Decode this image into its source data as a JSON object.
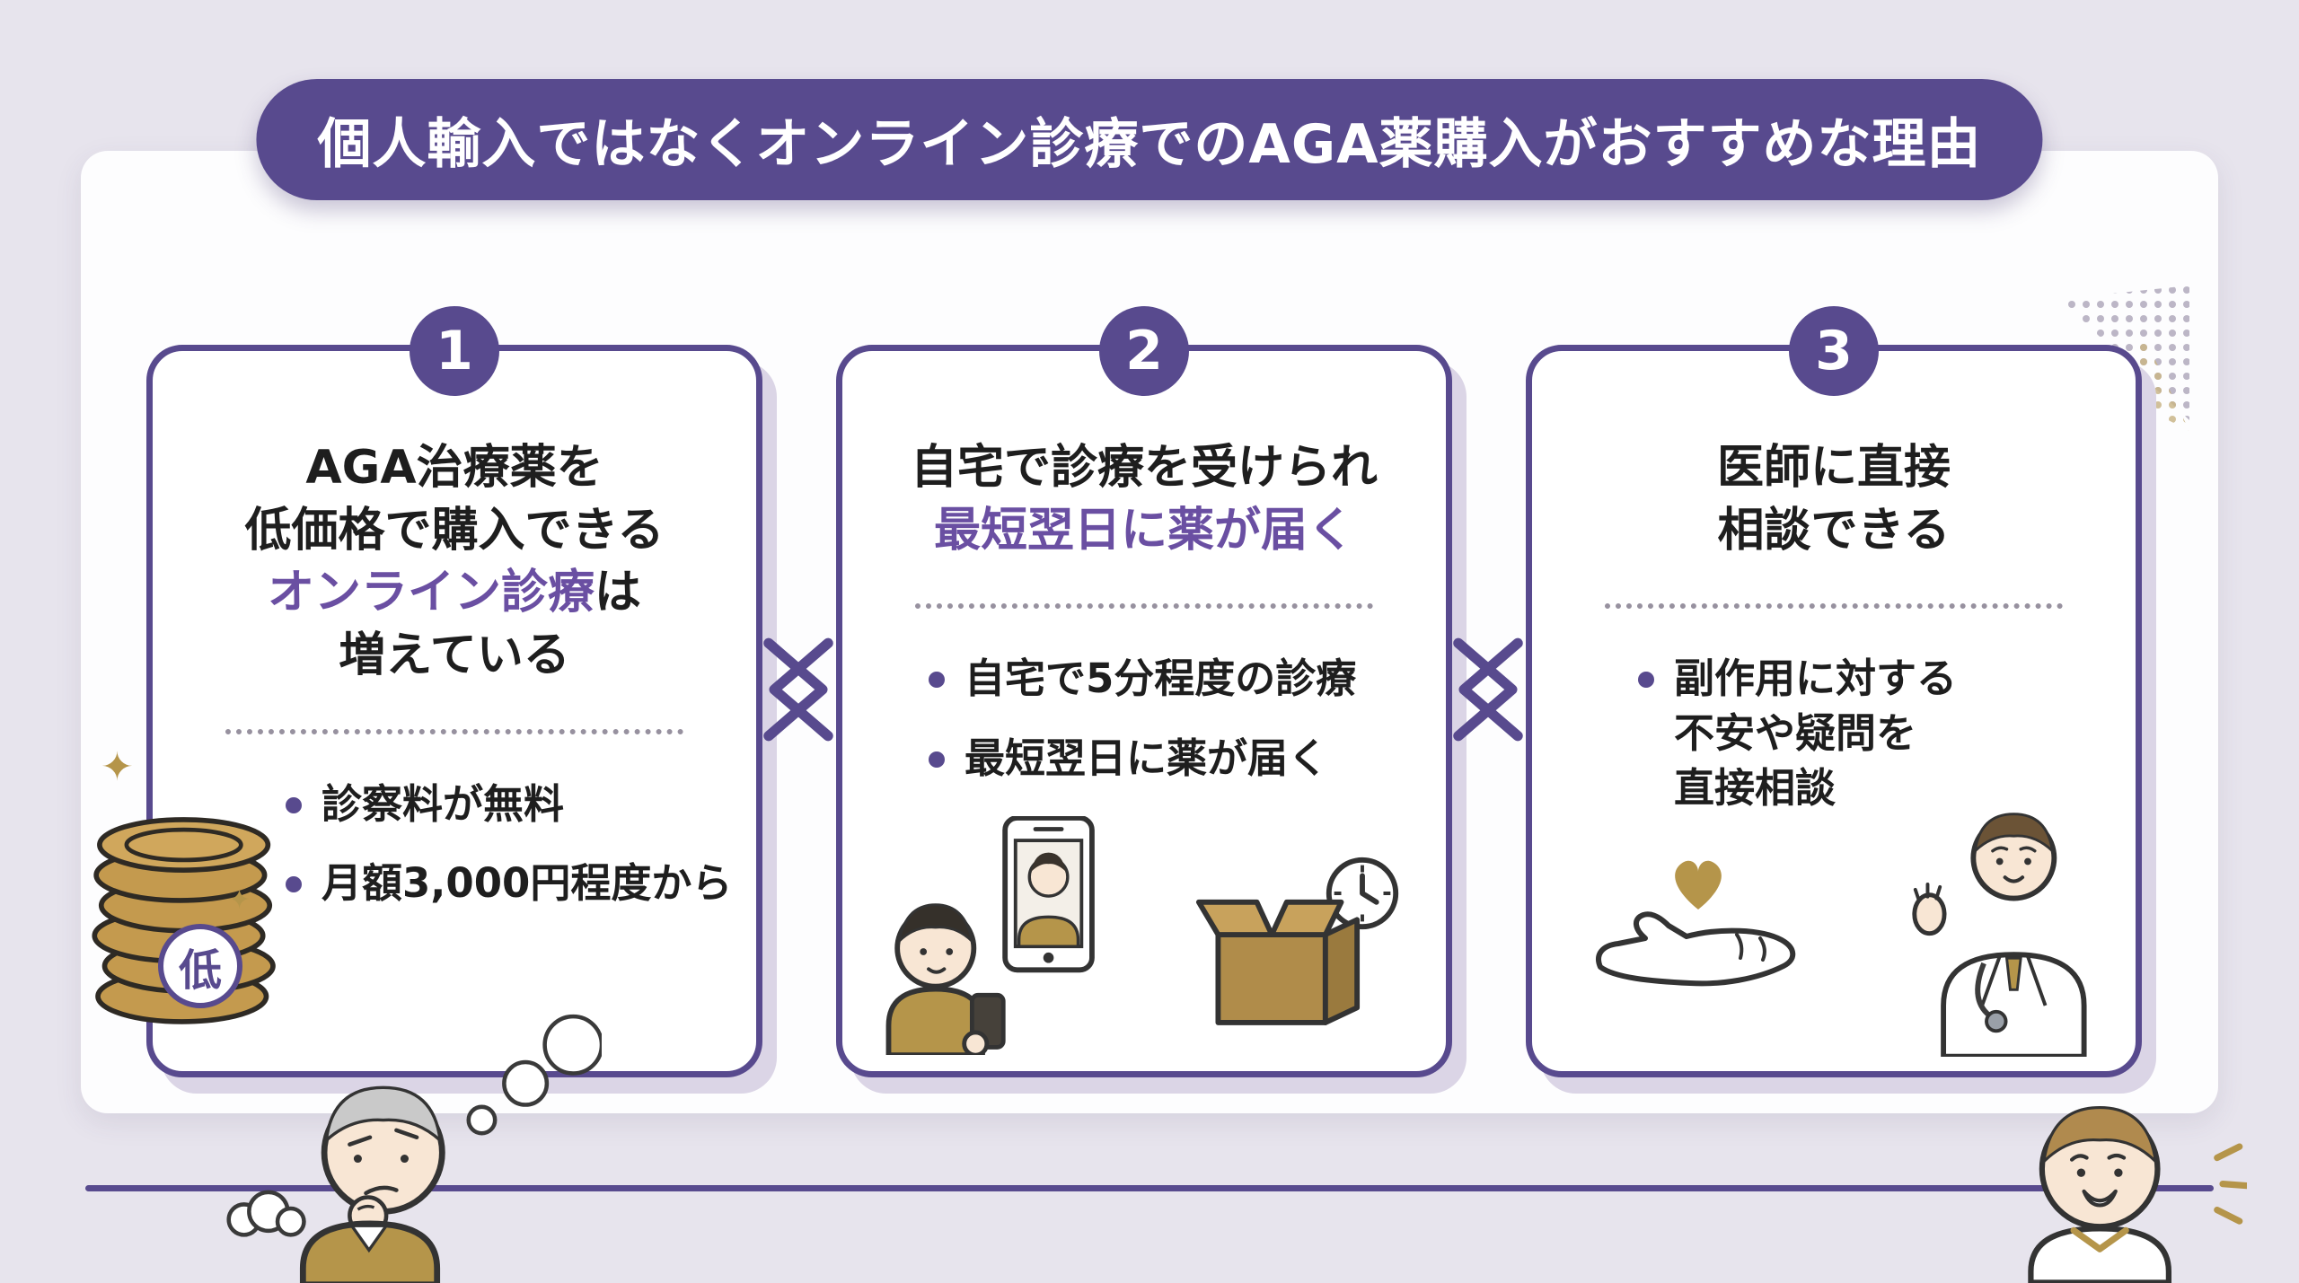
{
  "colors": {
    "background": "#e7e4ed",
    "panel": "#fdfdfe",
    "primary_purple": "#584a8e",
    "accent_purple": "#6a4fa2",
    "gold": "#b5954a",
    "text_dark": "#1e1e1e"
  },
  "header": {
    "title": "個人輸入ではなくオンライン診療でのAGA薬購入がおすすめな理由"
  },
  "cards": [
    {
      "number": "1",
      "heading": {
        "line1": "AGA治療薬を",
        "line2": "低価格で購入できる",
        "line3_accent": "オンライン診療",
        "line3_rest": "は",
        "line4": "増えている"
      },
      "bullets": [
        "診察料が無料",
        "月額3,000円程度から"
      ],
      "badge_label": "低",
      "illustration": "coin-stack-with-low-badge"
    },
    {
      "number": "2",
      "heading": {
        "line1": "自宅で診療を受けられ",
        "line2_accent": "最短翌日に薬が届く"
      },
      "bullets": [
        "自宅で5分程度の診療",
        "最短翌日に薬が届く"
      ],
      "illustrations": [
        "video-call-patient",
        "delivery-box-with-clock"
      ]
    },
    {
      "number": "3",
      "heading": {
        "line1": "医師に直接",
        "line2": "相談できる"
      },
      "bullet_lines": [
        "副作用に対する",
        "不安や疑問を",
        "直接相談"
      ],
      "illustrations": [
        "hand-with-heart",
        "doctor-waving"
      ]
    }
  ],
  "decor": {
    "sparkle_glyph": "✦",
    "figures": [
      "worried-elderly-man",
      "smiling-young-man"
    ],
    "dots_pattern": "halftone-triangle"
  }
}
